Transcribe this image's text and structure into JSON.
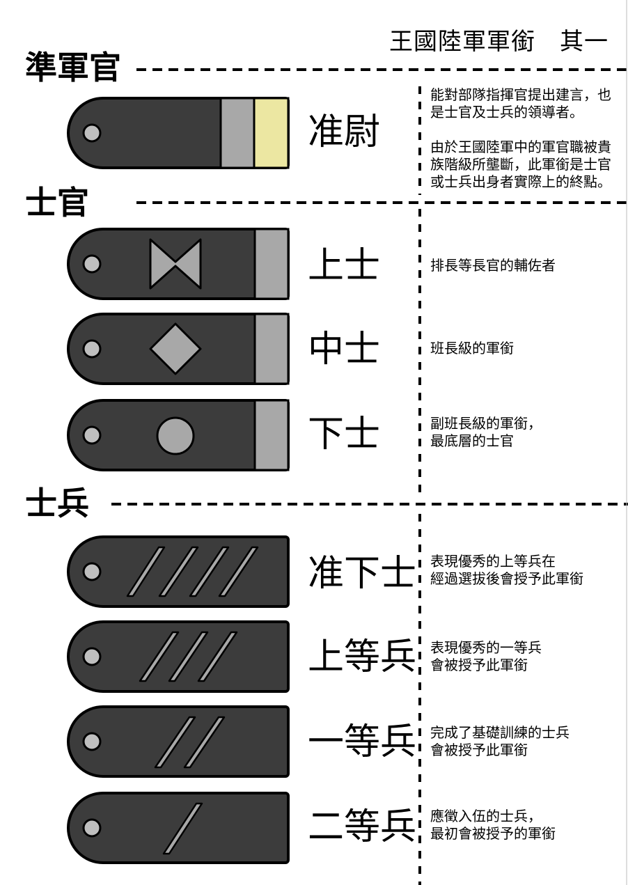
{
  "page_title": "王國陸軍軍銜　其一",
  "colors": {
    "board": "#3c3c3c",
    "stripe": "#a8a8a8",
    "gold": "#ece7a2",
    "outline": "#000000"
  },
  "sections": [
    {
      "title": "準軍官"
    },
    {
      "title": "士官"
    },
    {
      "title": "士兵"
    }
  ],
  "ranks": [
    {
      "name": "准尉",
      "insignia": "two-stripes-gold",
      "description": "能對部隊指揮官提出建言，也\n是士官及士兵的領導者。\n\n由於王國陸軍中的軍官職被貴\n族階級所壟斷，此軍銜是士官\n或士兵出身者實際上的終點。"
    },
    {
      "name": "上士",
      "insignia": "bowtie",
      "description": "排長等長官的輔佐者"
    },
    {
      "name": "中士",
      "insignia": "diamond",
      "description": "班長級的軍銜"
    },
    {
      "name": "下士",
      "insignia": "circle",
      "description": "副班長級的軍銜，\n最底層的士官"
    },
    {
      "name": "准下士",
      "insignia": "four-slashes",
      "description": "表現優秀的上等兵在\n經過選拔後會授予此軍銜"
    },
    {
      "name": "上等兵",
      "insignia": "three-slashes",
      "description": "表現優秀的一等兵\n會被授予此軍銜"
    },
    {
      "name": "一等兵",
      "insignia": "two-slashes",
      "description": "完成了基礎訓練的士兵\n會被授予此軍銜"
    },
    {
      "name": "二等兵",
      "insignia": "one-slash",
      "description": "應徵入伍的士兵，\n最初會被授予的軍銜"
    }
  ]
}
